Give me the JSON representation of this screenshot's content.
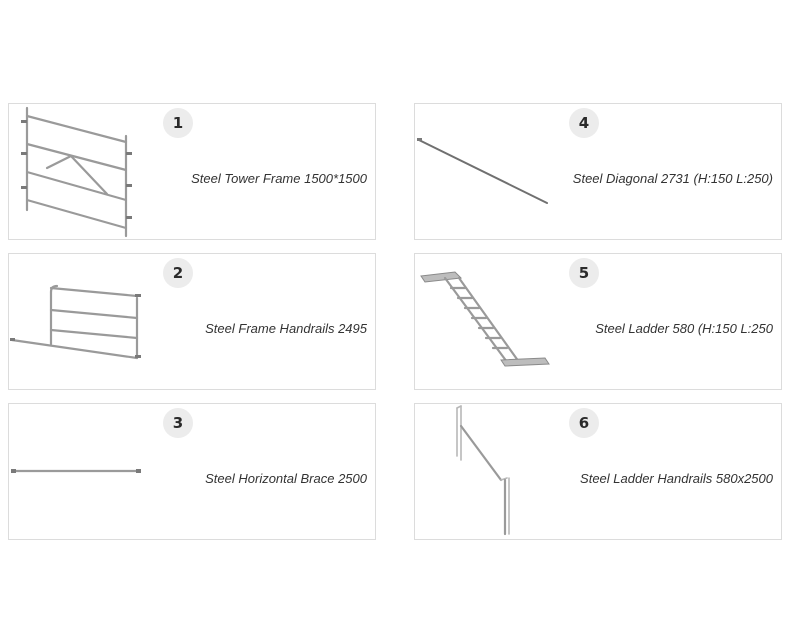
{
  "products": [
    {
      "number": "1",
      "label": "Steel Tower Frame 1500*1500",
      "icon": "tower-frame-icon"
    },
    {
      "number": "2",
      "label": "Steel Frame Handrails 2495",
      "icon": "frame-handrail-icon"
    },
    {
      "number": "3",
      "label": "Steel Horizontal Brace 2500",
      "icon": "horizontal-brace-icon"
    },
    {
      "number": "4",
      "label": "Steel Diagonal 2731 (H:150 L:250)",
      "icon": "diagonal-brace-icon"
    },
    {
      "number": "5",
      "label": "Steel Ladder 580 (H:150 L:250",
      "icon": "ladder-icon"
    },
    {
      "number": "6",
      "label": "Steel Ladder Handrails 580x2500",
      "icon": "ladder-handrail-icon"
    }
  ]
}
